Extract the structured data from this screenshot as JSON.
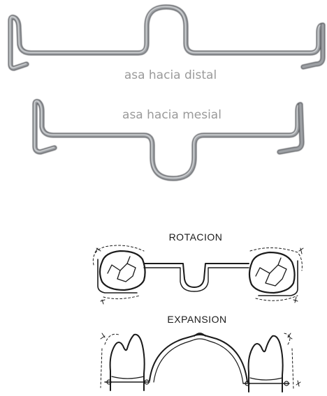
{
  "labels": {
    "distal": "asa hacia distal",
    "mesial": "asa hacia mesial",
    "rotation": "ROTACION",
    "expansion": "EXPANSION"
  },
  "colors": {
    "wire_dark": "#5e6165",
    "wire_mid": "#9ea1a5",
    "wire_light": "#e2e4e6",
    "label_light": "#9a9a9a",
    "ink": "#1a1a1a"
  }
}
